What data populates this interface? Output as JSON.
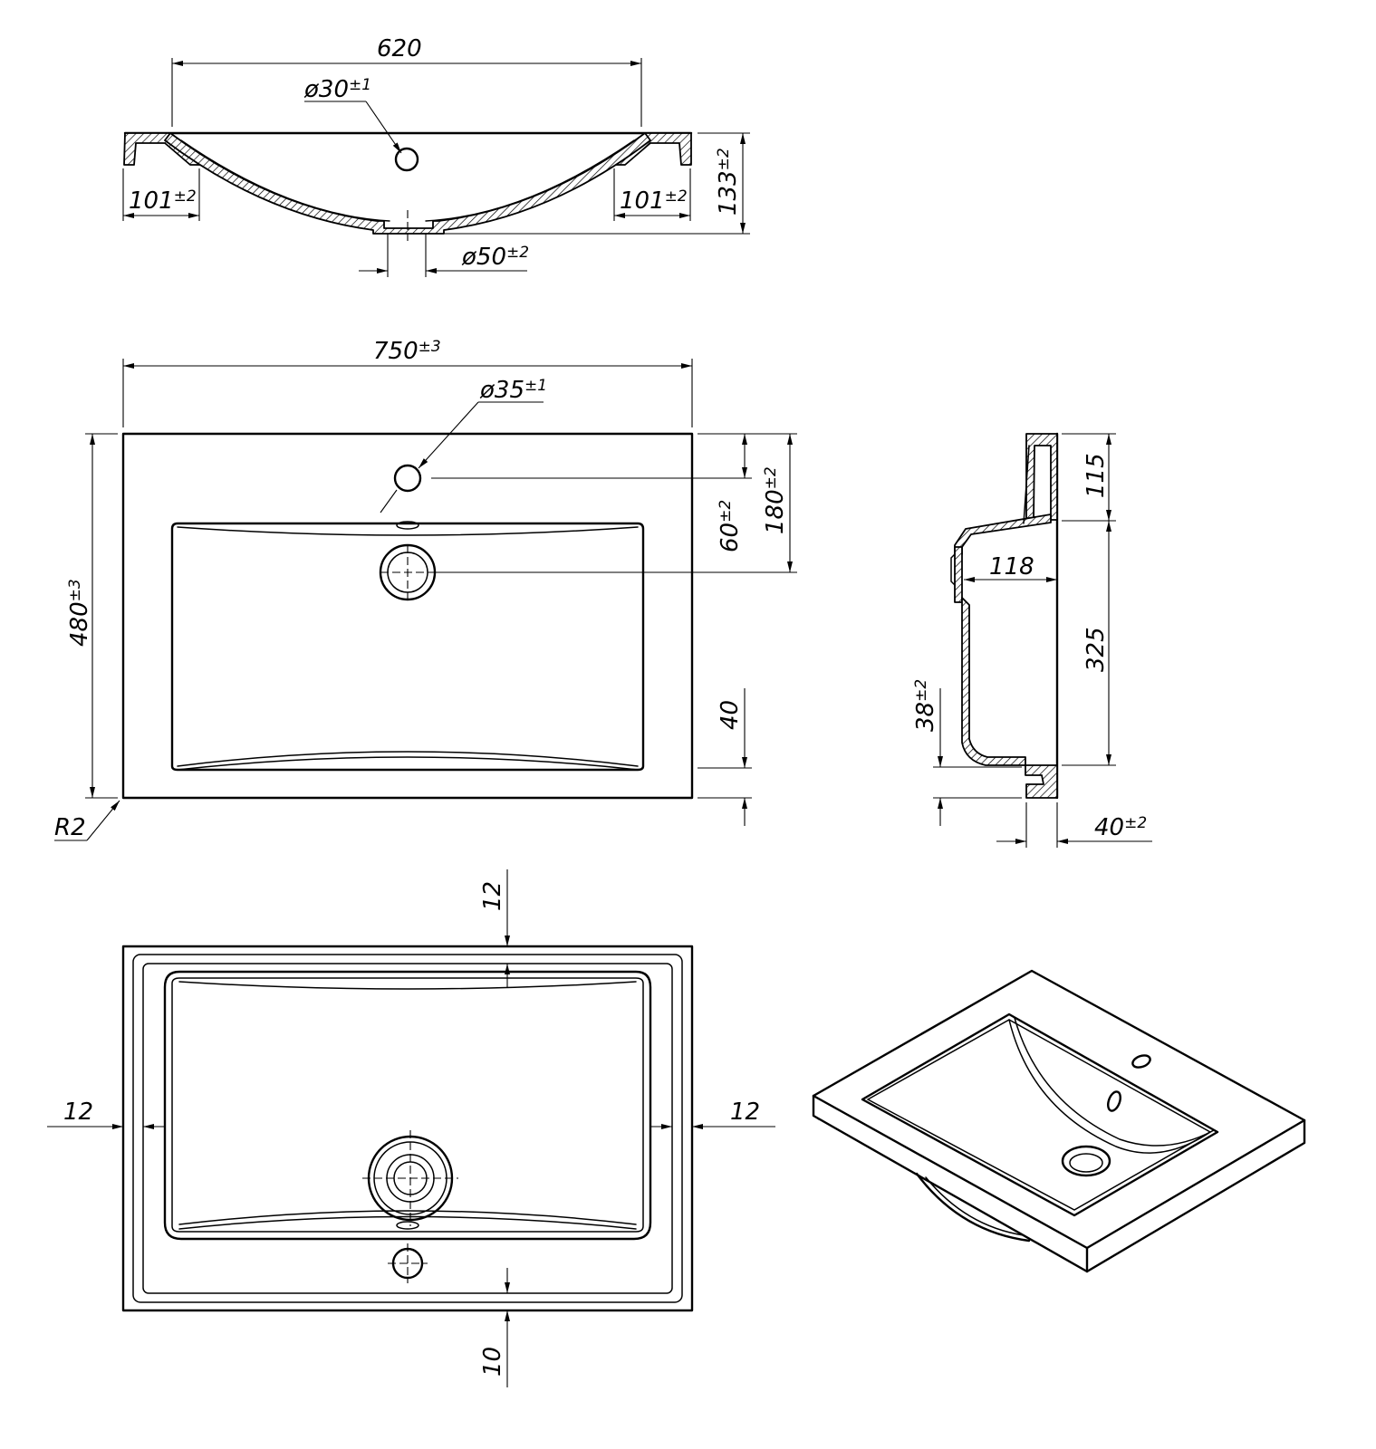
{
  "front_view": {
    "width_rim": "620",
    "overflow_hole": "ø30±1",
    "rim_left": "101±2",
    "rim_right": "101±2",
    "height": "133±2",
    "drain": "ø50±2"
  },
  "top_view": {
    "width": "750±3",
    "tap_hole": "ø35±1",
    "depth": "480±3",
    "tap_to_bowl": "60±2",
    "tap_to_drain": "180±2",
    "front_margin": "40",
    "corner_radius": "R2"
  },
  "side_view": {
    "back_depth": "115",
    "overflow_offset": "118",
    "bowl_depth": "325",
    "bottom_offset": "38±2",
    "edge_thickness": "40±2"
  },
  "bottom_view": {
    "top_margin": "12",
    "left_margin": "12",
    "right_margin": "12",
    "bottom_margin": "10"
  }
}
